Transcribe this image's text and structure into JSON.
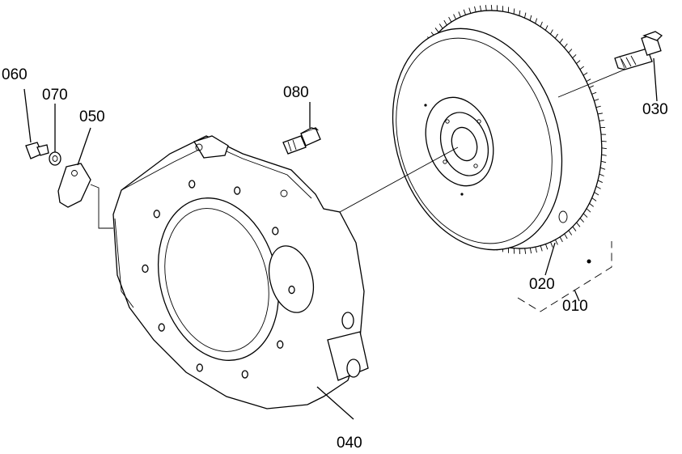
{
  "diagram": {
    "callouts": [
      {
        "id": "060",
        "text": "060"
      },
      {
        "id": "070",
        "text": "070"
      },
      {
        "id": "050",
        "text": "050"
      },
      {
        "id": "080",
        "text": "080"
      },
      {
        "id": "030",
        "text": "030"
      },
      {
        "id": "020",
        "text": "020"
      },
      {
        "id": "010",
        "text": "010"
      },
      {
        "id": "040",
        "text": "040"
      }
    ],
    "parts": [
      {
        "id": "010",
        "icon": "assembly-bracket"
      },
      {
        "id": "020",
        "icon": "flywheel-gear"
      },
      {
        "id": "030",
        "icon": "bolt"
      },
      {
        "id": "040",
        "icon": "flywheel-housing"
      },
      {
        "id": "050",
        "icon": "plate"
      },
      {
        "id": "060",
        "icon": "bolt"
      },
      {
        "id": "070",
        "icon": "washer"
      },
      {
        "id": "080",
        "icon": "bolt"
      }
    ]
  }
}
